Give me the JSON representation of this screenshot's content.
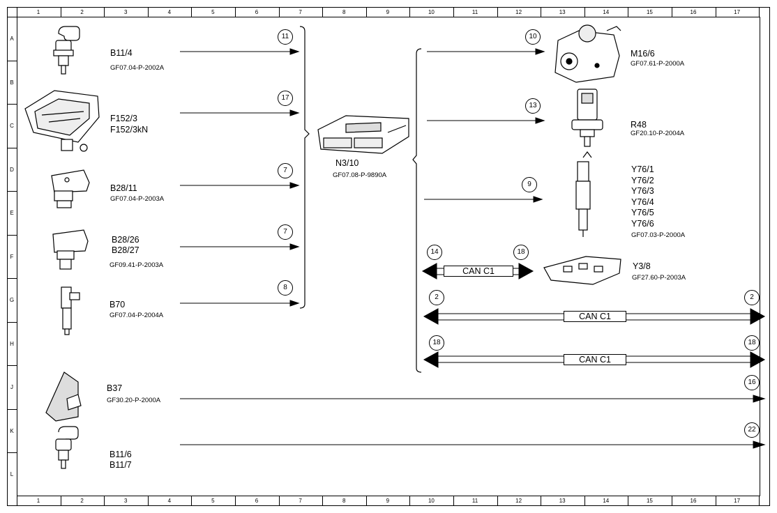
{
  "grid": {
    "columns": [
      "1",
      "2",
      "3",
      "4",
      "5",
      "6",
      "7",
      "8",
      "9",
      "10",
      "11",
      "12",
      "13",
      "14",
      "15",
      "16",
      "17"
    ],
    "rows": [
      "A",
      "B",
      "C",
      "D",
      "E",
      "F",
      "G",
      "H",
      "J",
      "K",
      "L"
    ]
  },
  "inputs": [
    {
      "lines": [
        "B11/4"
      ],
      "doc": "GF07.04-P-2002A",
      "ref": "11"
    },
    {
      "lines": [
        "F152/3",
        "F152/3kN"
      ],
      "doc": "",
      "ref": "17"
    },
    {
      "lines": [
        "B28/11"
      ],
      "doc": "GF07.04-P-2003A",
      "ref": "7"
    },
    {
      "lines": [
        "B28/26",
        "B28/27"
      ],
      "doc": "GF09.41-P-2003A",
      "ref": "7"
    },
    {
      "lines": [
        "B70"
      ],
      "doc": "GF07.04-P-2004A",
      "ref": "8"
    }
  ],
  "controller": {
    "label": "N3/10",
    "doc": "GF07.08-P-9890A"
  },
  "outputs": [
    {
      "lines": [
        "M16/6"
      ],
      "doc": "GF07.61-P-2000A",
      "ref": "10"
    },
    {
      "lines": [
        "R48"
      ],
      "doc": "GF20.10-P-2004A",
      "ref": "13"
    },
    {
      "lines": [
        "Y76/1",
        "Y76/2",
        "Y76/3",
        "Y76/4",
        "Y76/5",
        "Y76/6"
      ],
      "doc": "GF07.03-P-2000A",
      "ref": "9"
    }
  ],
  "can_local": {
    "label": "CAN C1",
    "left_ref": "14",
    "right_ref": "18",
    "device": "Y3/8",
    "doc": "GF27.60-P-2003A"
  },
  "can_buses": [
    {
      "label": "CAN C1",
      "left_ref": "2",
      "right_ref": "2"
    },
    {
      "label": "CAN C1",
      "left_ref": "18",
      "right_ref": "18"
    }
  ],
  "direct": [
    {
      "lines": [
        "B37"
      ],
      "doc": "GF30.20-P-2000A",
      "ref": "16"
    },
    {
      "lines": [
        "B11/6",
        "B11/7"
      ],
      "doc": "",
      "ref": "22"
    }
  ],
  "colors": {
    "line": "#000000",
    "body_fill": "#ffffff",
    "shade": "#d8d8d8"
  }
}
